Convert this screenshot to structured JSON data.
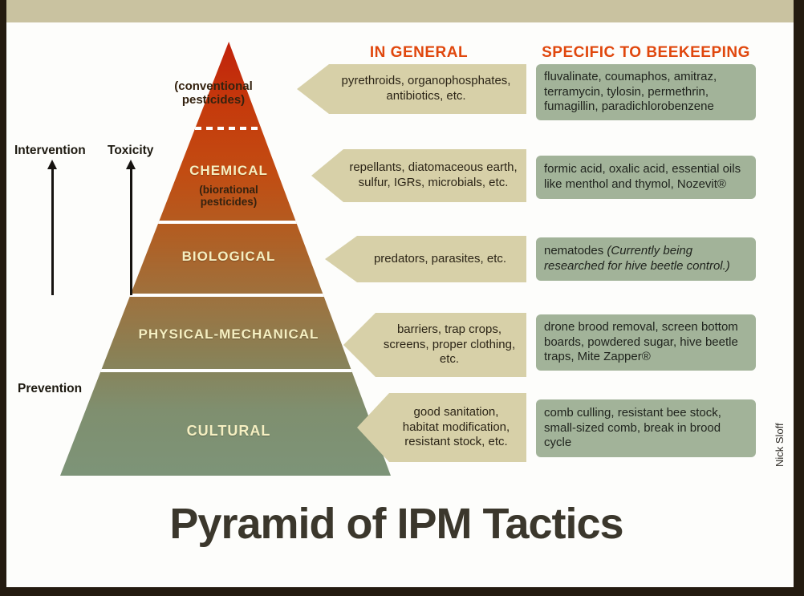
{
  "title": "Pyramid of IPM Tactics",
  "credit": "Nick Sloff",
  "columns": {
    "general": "IN GENERAL",
    "beekeeping": "SPECIFIC TO BEEKEEPING"
  },
  "axis": {
    "intervention": "Intervention",
    "toxicity": "Toxicity",
    "prevention": "Prevention"
  },
  "pyramid": {
    "tip_label": "(conventional pesticides)",
    "levels": [
      {
        "label": "CHEMICAL",
        "sublabel": "(biorational pesticides)"
      },
      {
        "label": "BIOLOGICAL"
      },
      {
        "label": "PHYSICAL-MECHANICAL"
      },
      {
        "label": "CULTURAL"
      }
    ]
  },
  "rows": [
    {
      "general": "pyrethroids, organophosphates, antibiotics, etc.",
      "beekeeping": "fluvalinate, coumaphos, amitraz, terramycin, tylosin, permethrin, fumagillin, paradichlorobenzene"
    },
    {
      "general": "repellants, diatomaceous earth, sulfur, IGRs, microbials, etc.",
      "beekeeping": "formic acid, oxalic acid, essential oils like menthol and thymol, Nozevit®"
    },
    {
      "general": "predators, parasites, etc.",
      "beekeeping": "nematodes ",
      "beekeeping_note": "(Currently being researched for hive beetle control.)"
    },
    {
      "general": "barriers, trap crops, screens, proper clothing, etc.",
      "beekeeping": "drone brood removal, screen bottom boards, powdered sugar, hive beetle traps, Mite Zapper®"
    },
    {
      "general": "good sanitation, habitat modification, resistant stock, etc.",
      "beekeeping": "comb culling, resistant bee stock, small-sized comb, break in brood cycle"
    }
  ],
  "colors": {
    "header_accent": "#e0470d",
    "tan_callout": "#d7d0a8",
    "green_box": "#a2b399",
    "pyramid_top": "#c1220b",
    "pyramid_bottom": "#7d9478",
    "frame": "#241b10",
    "top_band": "#c9c2a0"
  }
}
